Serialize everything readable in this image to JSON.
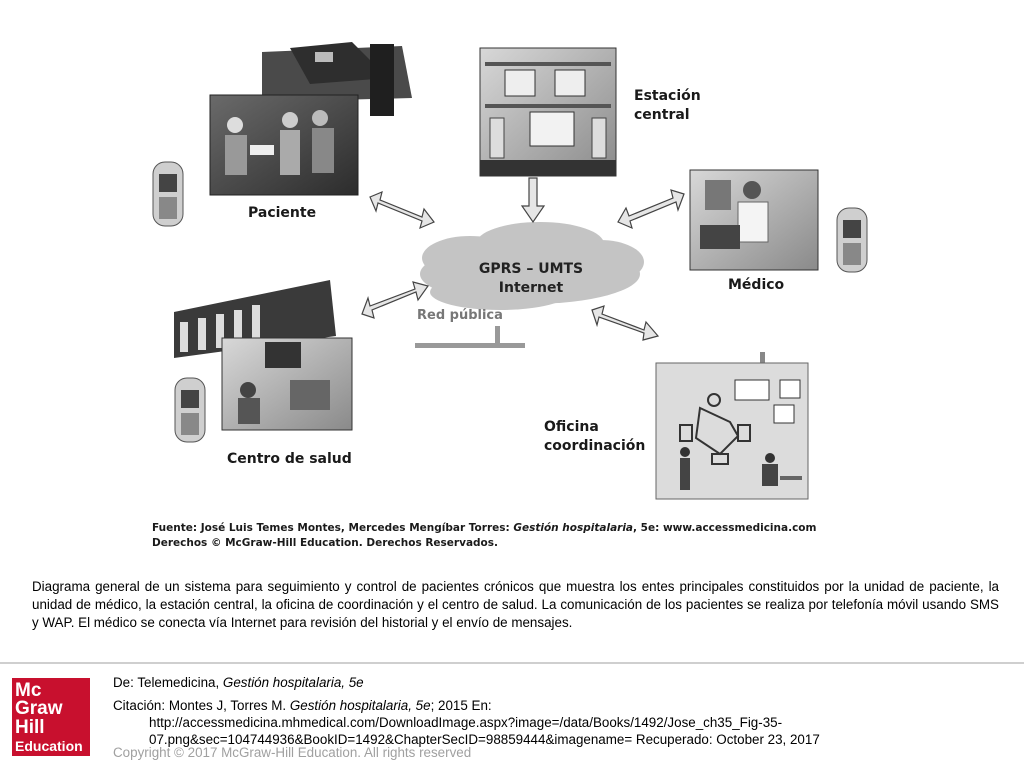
{
  "diagram": {
    "nodes": {
      "estacion": "Estación\ncentral",
      "paciente": "Paciente",
      "medico": "Médico",
      "centro": "Centro de salud",
      "oficina": "Oficina\ncoordinación"
    },
    "cloud": {
      "line1": "GPRS – UMTS",
      "line2": "Internet"
    },
    "network_label": "Red pública",
    "source_line1_prefix": "Fuente: José Luis Temes Montes, Mercedes Mengíbar Torres: ",
    "source_line1_italic": "Gestión hospitalaria",
    "source_line1_suffix": ", 5e: www.accessmedicina.com",
    "source_line2": "Derechos © McGraw-Hill Education. Derechos Reservados."
  },
  "caption": "Diagrama general de un sistema para seguimiento y control de pacientes crónicos que muestra los entes principales constituidos por la unidad de paciente, la unidad de médico, la estación central, la oficina de coordinación y el centro de salud. La comunicación de los pacientes se realiza por telefonía móvil usando SMS y WAP. El médico se conecta vía Internet para revisión del historial y el envío de mensajes.",
  "footer": {
    "de_prefix": "De: Telemedicina, ",
    "de_italic": "Gestión hospitalaria, 5e",
    "cita_prefix": "Citación: Montes J, Torres M. ",
    "cita_italic": "Gestión hospitalaria, 5e",
    "cita_suffix": "; 2015 En:",
    "url_line1": "http://accessmedicina.mhmedical.com/DownloadImage.aspx?image=/data/Books/1492/Jose_ch35_Fig-35-",
    "url_line2": "07.png&sec=104744936&BookID=1492&ChapterSecID=98859444&imagename= Recuperado: October 23, 2017",
    "copyright": "Copyright © 2017 McGraw-Hill Education. All rights reserved"
  },
  "logo": {
    "line1": "Mc",
    "line2": "Graw",
    "line3": "Hill",
    "line4": "Education"
  },
  "colors": {
    "logo_red": "#c8102e",
    "cloud_gray": "#c4c4c4",
    "arrow_gray": "#e6e6e6"
  }
}
